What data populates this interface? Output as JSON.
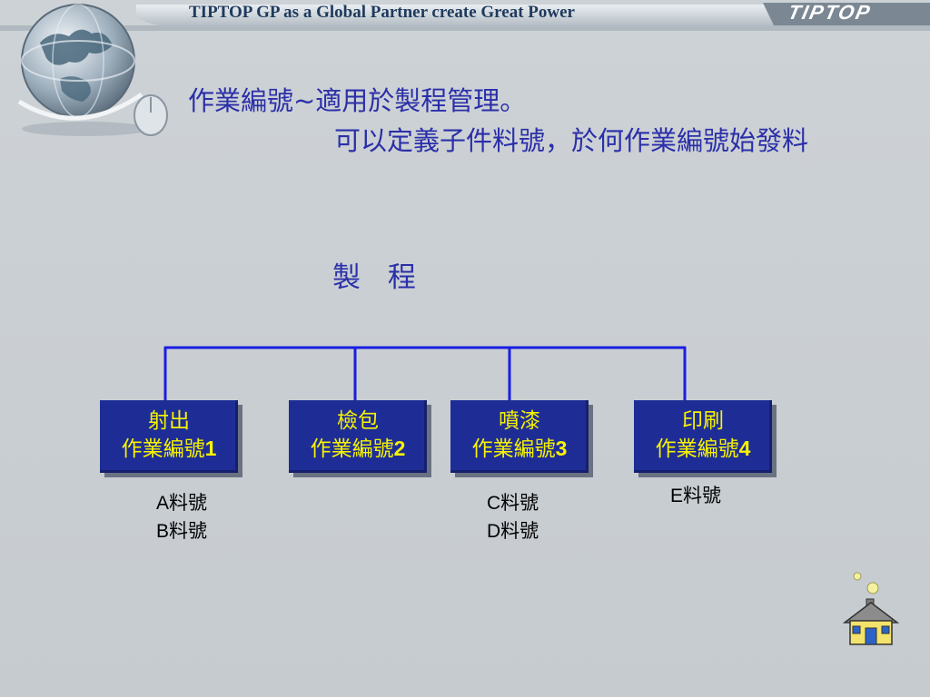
{
  "header": {
    "title": "TIPTOP GP as a Global Partner create Great Power",
    "brand": "TIPTOP"
  },
  "slide": {
    "title_line1": "作業編號~適用於製程管理。",
    "title_line2": "可以定義子件料號，於何作業編號始發料",
    "process_heading": "製 程",
    "operations": [
      {
        "name": "射出",
        "code_label": "作業編號",
        "code_num": "1"
      },
      {
        "name": "檢包",
        "code_label": "作業編號",
        "code_num": "2"
      },
      {
        "name": "噴漆",
        "code_label": "作業編號",
        "code_num": "3"
      },
      {
        "name": "印刷",
        "code_label": "作業編號",
        "code_num": "4"
      }
    ],
    "parts": {
      "op1": [
        {
          "letter": "A",
          "label": "料號"
        },
        {
          "letter": "B",
          "label": "料號"
        }
      ],
      "op3": [
        {
          "letter": "C",
          "label": "料號"
        },
        {
          "letter": "D",
          "label": "料號"
        }
      ],
      "op4": [
        {
          "letter": "E",
          "label": "料號"
        }
      ]
    }
  },
  "colors": {
    "title_text": "#2b2fa8",
    "box_fill": "#1e2d96",
    "box_text": "#f7f300",
    "connector": "#1a1ee0",
    "background": "#c9ced3"
  },
  "icons": [
    "globe-logo-icon",
    "home-icon"
  ]
}
